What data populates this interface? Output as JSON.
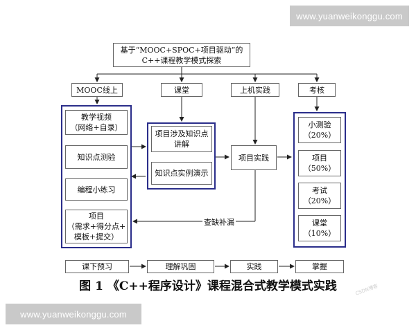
{
  "watermark": "www.yuanweikonggu.com",
  "diagram": {
    "root": "基于“MOOC+SPOC+项目驱动”的\nC++课程教学模式探索",
    "columns": [
      "MOOC线上",
      "课堂",
      "上机实践",
      "考核"
    ],
    "mooc_items": [
      "教学视频\n（网络+自录）",
      "知识点测验",
      "编程小练习",
      "项目\n（需求+得分点+\n模板+提交）"
    ],
    "class_items": [
      "项目涉及知识点\n讲解",
      "知识点实例演示"
    ],
    "practice_item": "项目实践",
    "exam_items": [
      "小测验\n（20%）",
      "项目\n（50%）",
      "考试\n（20%）",
      "课堂\n（10%）"
    ],
    "feedback_label": "查缺补漏",
    "flow": [
      "课下预习",
      "理解巩固",
      "实践",
      "掌握"
    ]
  },
  "caption": "图 1 《C++程序设计》课程混合式教学模式实践",
  "stamp": "CSDN博客"
}
